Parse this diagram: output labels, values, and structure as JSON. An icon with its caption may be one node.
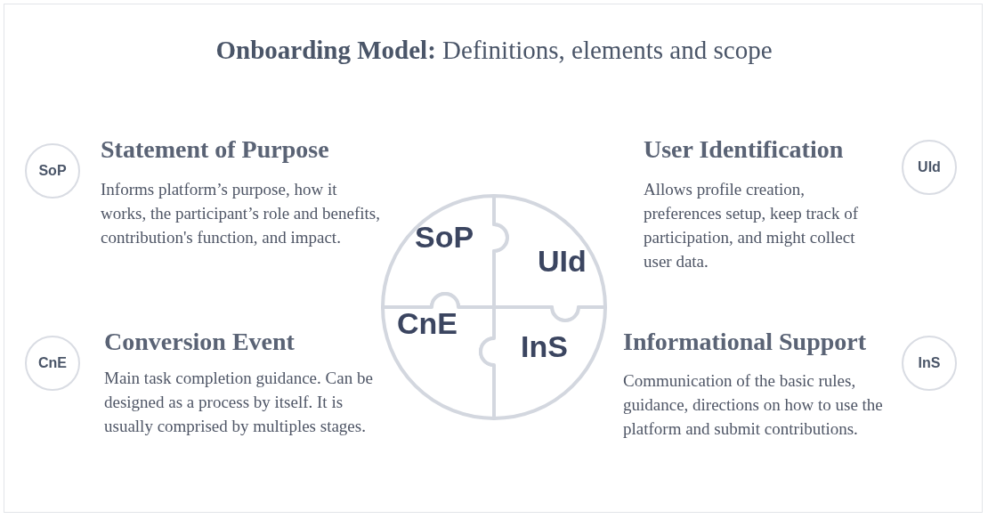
{
  "diagram": {
    "title": "**Onboarding Model:** Definitions, elements and scope",
    "nodes": [
      {
        "text": [
          "SoP"
        ]
      },
      {
        "text": [
          "UId"
        ]
      },
      {
        "text": [
          "CnE"
        ]
      },
      {
        "text": [
          "InS"
        ]
      },
      {
        "text": [
          "SoP"
        ]
      },
      {
        "text": [
          "UId"
        ]
      },
      {
        "text": [
          "CnE"
        ]
      },
      {
        "text": [
          "InS"
        ]
      }
    ],
    "edges": [],
    "labels": [
      "Statement of Purpose",
      "Informs platform’s purpose, how it works, the participant’s role and benefits, contribution's function, and impact.",
      "User Identification",
      "Allows profile creation, preferences setup, keep track of participation, and might collect user data.",
      "Conversion Event",
      "Main task completion guidance. Can be designed as a process by itself. It is usually comprised by multiples stages.",
      "Informational Support",
      "Communication of the basic rules, guidance, directions on how to use the platform and submit contributions."
    ]
  }
}
